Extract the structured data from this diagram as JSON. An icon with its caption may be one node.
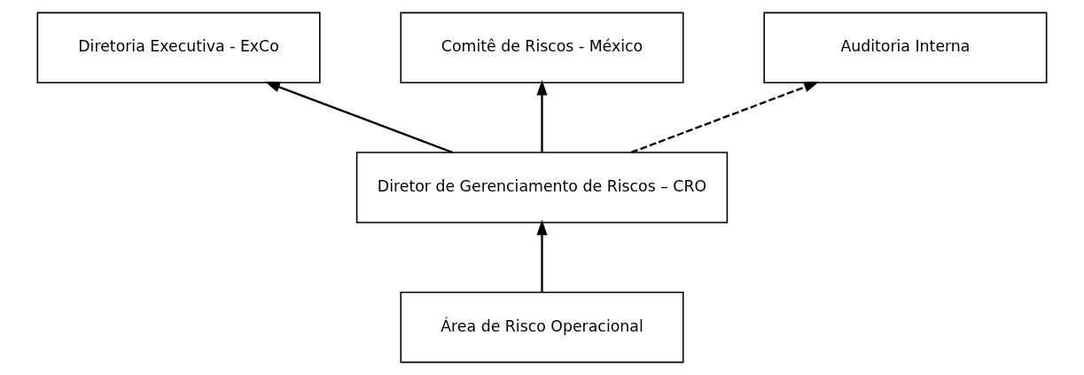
{
  "diagram": {
    "nodes": [
      {
        "text": [
          "Diretoria Executiva - ExCo"
        ]
      },
      {
        "text": [
          "Comitê de Riscos - México"
        ]
      },
      {
        "text": [
          "Auditoria Interna"
        ]
      },
      {
        "text": [
          "Diretor de Gerenciamento de Riscos – CRO"
        ]
      },
      {
        "text": [
          "Área de Risco Operacional"
        ]
      }
    ],
    "edges": [
      {
        "from": 3,
        "to": 0,
        "arrow": "to"
      },
      {
        "from": 3,
        "to": 1,
        "arrow": "to"
      },
      {
        "from": 3,
        "to": 2,
        "arrow": "to",
        "style": "dashed"
      },
      {
        "from": 4,
        "to": 3,
        "arrow": "to"
      }
    ]
  }
}
